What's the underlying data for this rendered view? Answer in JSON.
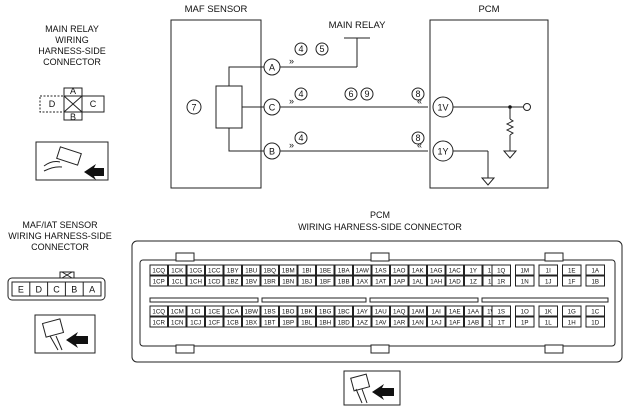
{
  "labels": {
    "main_relay_connector": [
      "MAIN RELAY",
      "WIRING",
      "HARNESS-SIDE",
      "CONNECTOR"
    ],
    "maf_sensor_title": "MAF SENSOR",
    "main_relay": "MAIN RELAY",
    "pcm_title": "PCM",
    "maf_iat_connector": [
      "MAF/IAT SENSOR",
      "WIRING HARNESS-SIDE",
      "CONNECTOR"
    ],
    "pcm_connector": [
      "PCM",
      "WIRING HARNESS-SIDE CONNECTOR"
    ]
  },
  "relay_connector_pins": [
    "A",
    "D",
    "C",
    "B"
  ],
  "maf_terminals": [
    "A",
    "C",
    "B"
  ],
  "pcm_terminals": [
    "1V",
    "1Y"
  ],
  "circle_notes": {
    "maf_body": "7",
    "wire_a": [
      "4",
      "5"
    ],
    "wire_c": [
      "4",
      "6",
      "9",
      "8"
    ],
    "wire_b": [
      "4",
      "8"
    ]
  },
  "maf_connector_pins": [
    "E",
    "D",
    "C",
    "B",
    "A"
  ],
  "pcm_pins": {
    "left_block": [
      [
        "1CQ",
        "1CK",
        "1CG",
        "1CC",
        "1BY",
        "1BU",
        "1BQ",
        "1BM",
        "1BI",
        "1BE",
        "1BA",
        "1AW",
        "1AS",
        "1AO",
        "1AK",
        "1AG",
        "1AC",
        "1Y",
        "1U"
      ],
      [
        "1CP",
        "1CL",
        "1CH",
        "1CD",
        "1BZ",
        "1BV",
        "1BR",
        "1BN",
        "1BJ",
        "1BF",
        "1BB",
        "1AX",
        "1AT",
        "1AP",
        "1AL",
        "1AH",
        "1AD",
        "1Z",
        "1V"
      ],
      [
        "1CQ",
        "1CM",
        "1CI",
        "1CE",
        "1CA",
        "1BW",
        "1BS",
        "1BO",
        "1BK",
        "1BG",
        "1BC",
        "1AY",
        "1AU",
        "1AQ",
        "1AM",
        "1AI",
        "1AE",
        "1AA",
        "1W"
      ],
      [
        "1CR",
        "1CN",
        "1CJ",
        "1CF",
        "1CB",
        "1BX",
        "1BT",
        "1BP",
        "1BL",
        "1BH",
        "1BD",
        "1AZ",
        "1AV",
        "1AR",
        "1AN",
        "1AJ",
        "1AF",
        "1AB",
        "1X"
      ]
    ],
    "right_block": [
      [
        "1Q",
        "1M",
        "1I",
        "1E",
        "1A"
      ],
      [
        "1R",
        "1N",
        "1J",
        "1F",
        "1B"
      ],
      [
        "1S",
        "1O",
        "1K",
        "1G",
        "1C"
      ],
      [
        "1T",
        "1P",
        "1L",
        "1H",
        "1D"
      ]
    ]
  }
}
